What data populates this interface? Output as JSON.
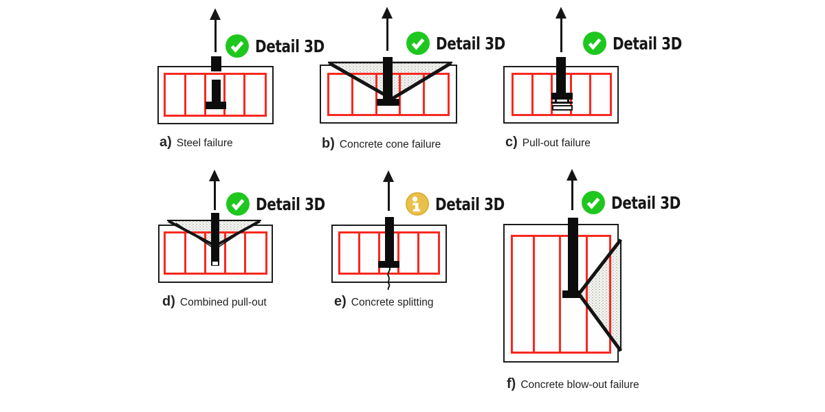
{
  "colors": {
    "check_green": "#1ec71e",
    "info_gold": "#e9c04a",
    "rebar_red": "#f8281e",
    "ink": "#161616"
  },
  "panels": [
    {
      "id": "a",
      "prefix": "a)",
      "caption": "Steel failure",
      "detail_label": "Detail 3D",
      "status_icon": "check"
    },
    {
      "id": "b",
      "prefix": "b)",
      "caption": "Concrete cone failure",
      "detail_label": "Detail 3D",
      "status_icon": "check"
    },
    {
      "id": "c",
      "prefix": "c)",
      "caption": "Pull-out failure",
      "detail_label": "Detail 3D",
      "status_icon": "check"
    },
    {
      "id": "d",
      "prefix": "d)",
      "caption": "Combined pull-out",
      "detail_label": "Detail 3D",
      "status_icon": "check"
    },
    {
      "id": "e",
      "prefix": "e)",
      "caption": "Concrete splitting",
      "detail_label": "Detail 3D",
      "status_icon": "info"
    },
    {
      "id": "f",
      "prefix": "f)",
      "caption": "Concrete blow-out failure",
      "detail_label": "Detail 3D",
      "status_icon": "check"
    }
  ]
}
